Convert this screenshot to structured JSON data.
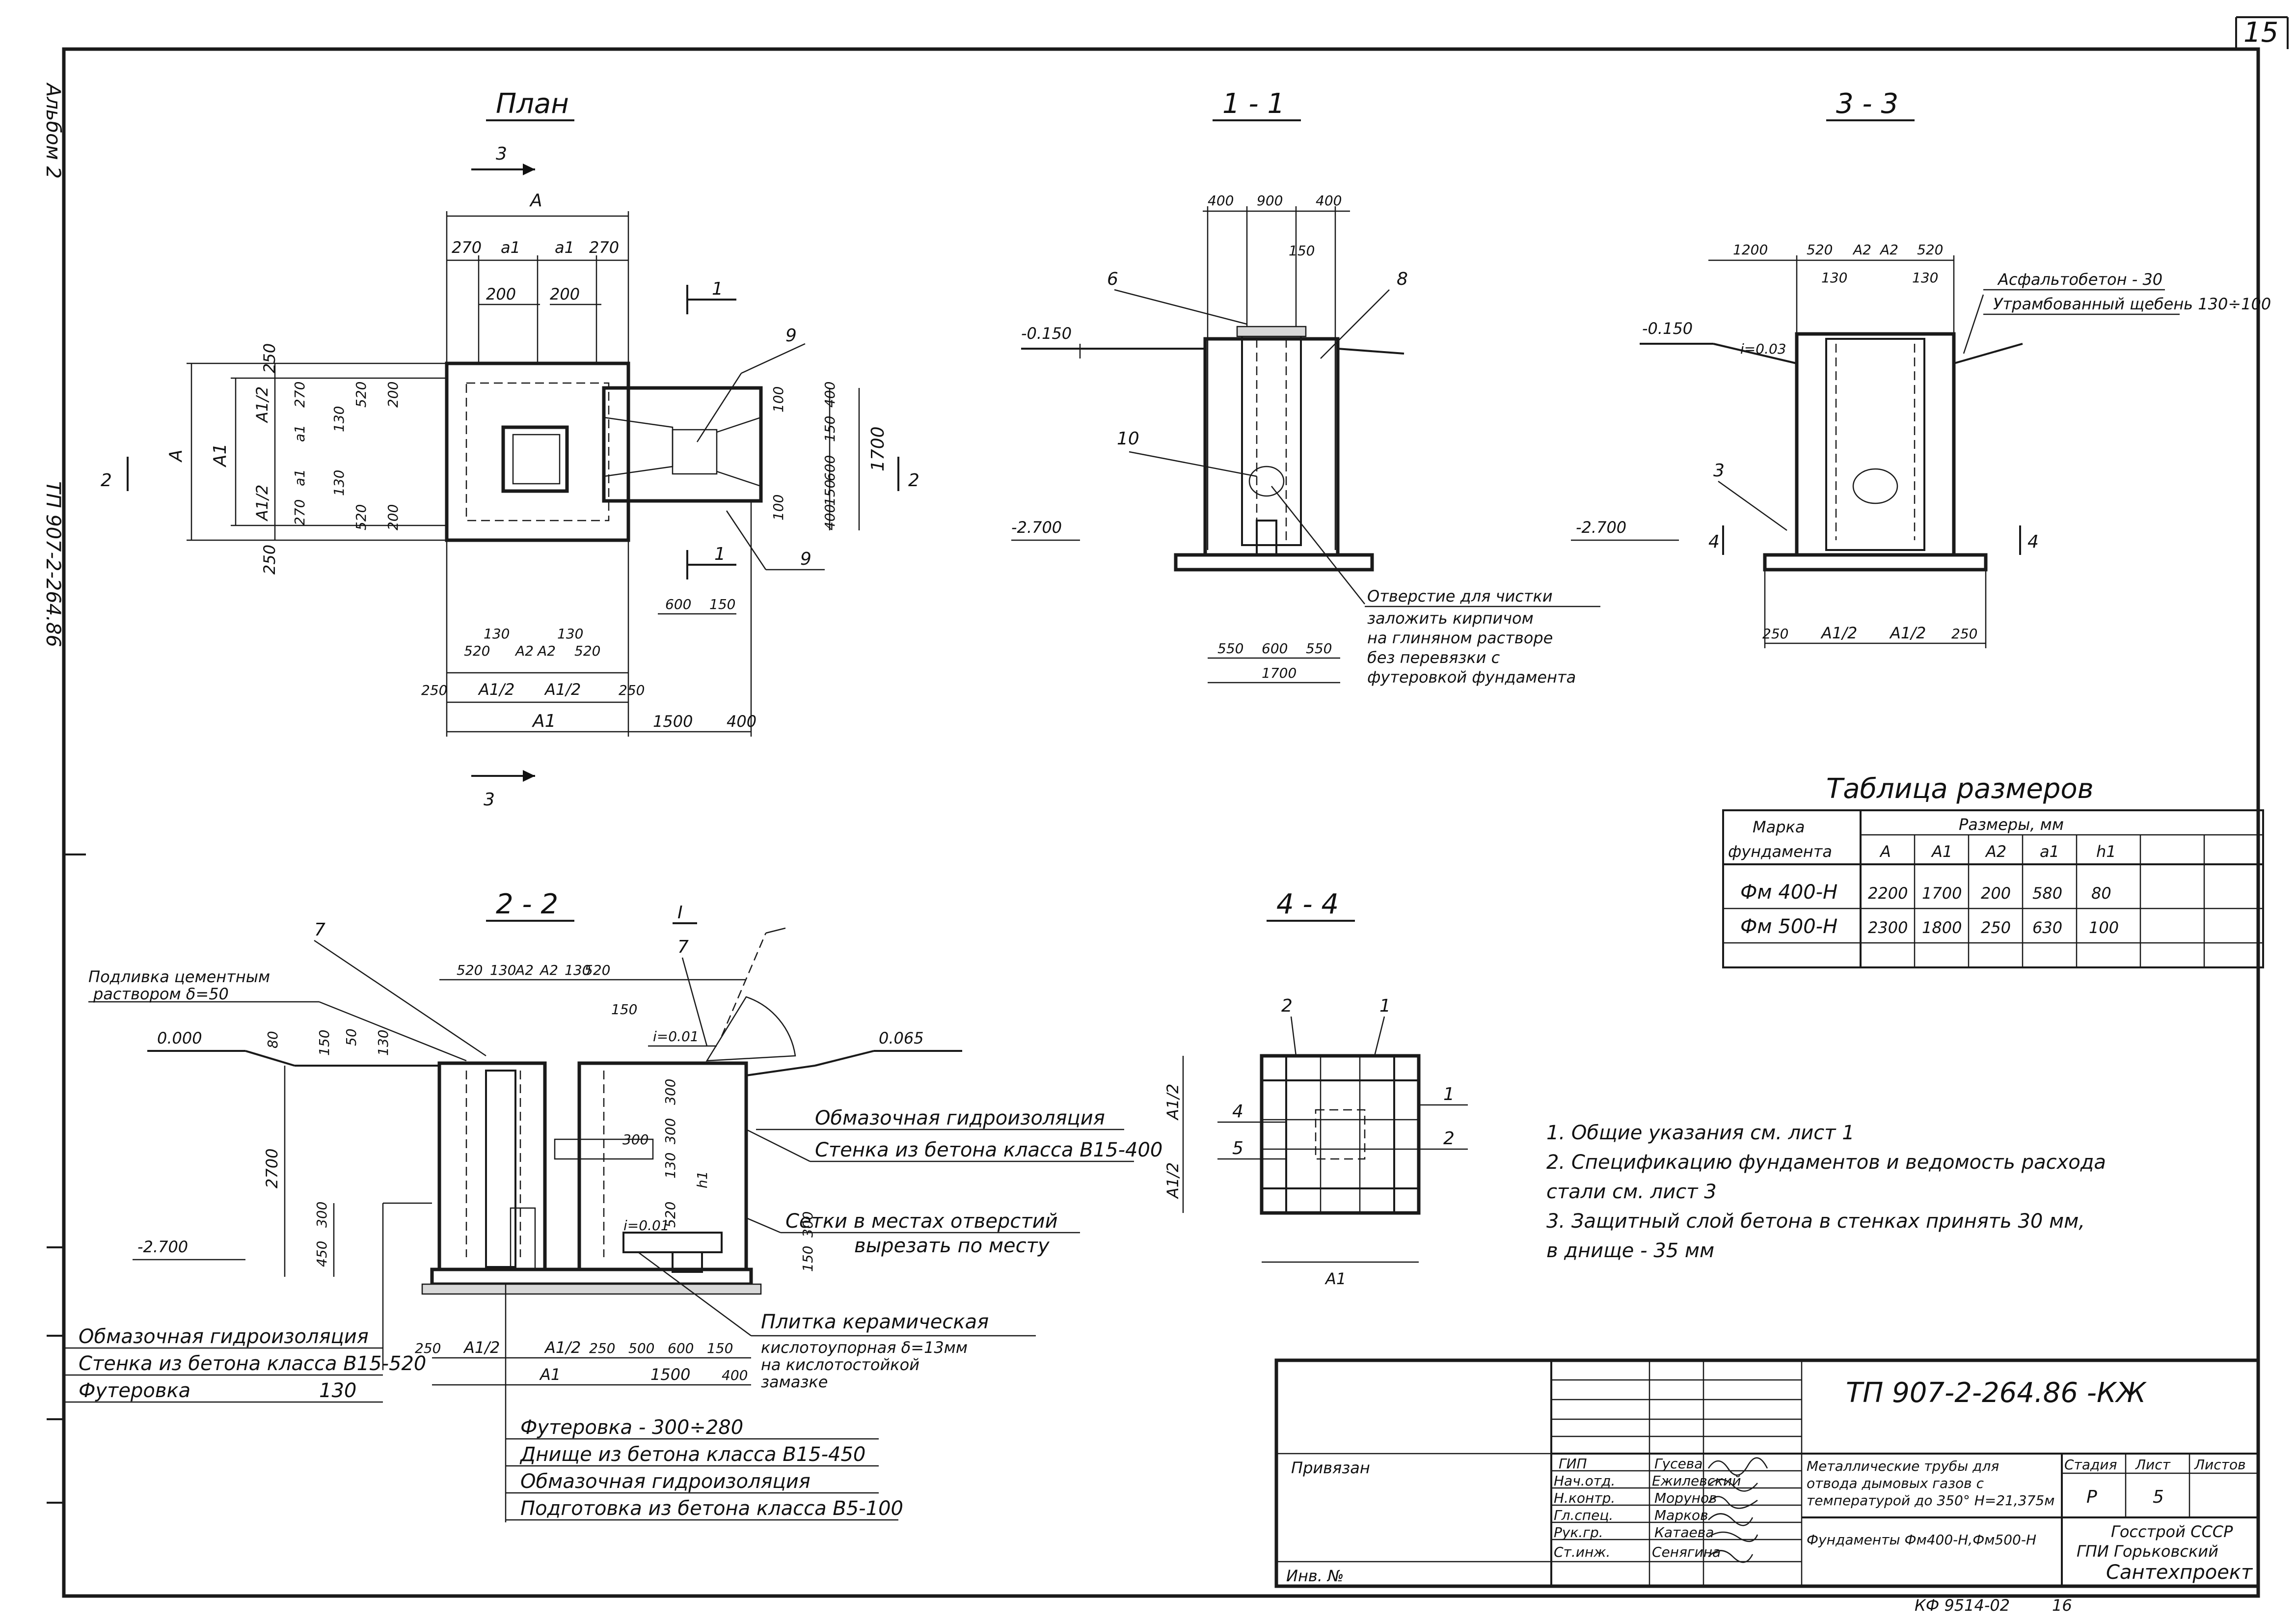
{
  "sheet": {
    "number": "15",
    "left_margin_code": "ТП 907-2-264.86",
    "left_margin_tail": "Альбом 2"
  },
  "views": {
    "plan": {
      "title": "План",
      "section_marks": [
        "3",
        "3",
        "1",
        "1",
        "2",
        "2"
      ],
      "dims_top": [
        "А",
        "270",
        "a1",
        "a1",
        "270",
        "200",
        "200"
      ],
      "dims_left": [
        "А",
        "А1",
        "250",
        "А1/2",
        "270",
        "a1",
        "130",
        "520",
        "200",
        "130",
        "520",
        "200",
        "a1",
        "270",
        "А1/2",
        "250"
      ],
      "dims_right": [
        "400",
        "150",
        "600",
        "150",
        "400",
        "1700",
        "100",
        "100",
        "600",
        "150"
      ],
      "dims_bottom": [
        "130",
        "520",
        "А2",
        "А2",
        "130",
        "520",
        "250",
        "А1/2",
        "А1/2",
        "250",
        "А1",
        "1500",
        "400"
      ],
      "callouts": [
        "9",
        "9"
      ]
    },
    "s11": {
      "title": "1 - 1",
      "dims_top": [
        "400",
        "900",
        "400",
        "150"
      ],
      "levels": [
        "-0.150",
        "-2.700"
      ],
      "callouts": [
        "6",
        "8",
        "10"
      ],
      "dims_bottom": [
        "550",
        "600",
        "550",
        "1700"
      ],
      "note_lines": [
        "Отверстие для чистки",
        "заложить кирпичом",
        "на глиняном растворе",
        "без перевязки с",
        "футеровкой фундамента"
      ]
    },
    "s33": {
      "title": "3 - 3",
      "dims_top": [
        "1200",
        "520",
        "А2",
        "А2",
        "520",
        "130",
        "130"
      ],
      "levels": [
        "-0.150",
        "-2.700"
      ],
      "slope": "i=0.03",
      "layers": [
        "Асфальтобетон - 30",
        "Утрамбованный щебень 130÷100"
      ],
      "callouts": [
        "3",
        "4",
        "4"
      ],
      "dims_bottom": [
        "250",
        "А1/2",
        "А1/2",
        "250"
      ]
    },
    "s22": {
      "title": "2 - 2",
      "callouts": [
        "7",
        "7",
        "I"
      ],
      "grout_lines": [
        "Подливка цементным",
        "раствором δ=50"
      ],
      "levels": [
        "0.000",
        "0.065",
        "-2.700"
      ],
      "slope": "i=0.01",
      "dims_top": [
        "520",
        "130",
        "А2",
        "А2",
        "130",
        "520",
        "150",
        "80",
        "150",
        "50",
        "130"
      ],
      "dims_side": [
        "2700",
        "450",
        "300",
        "300",
        "300",
        "130",
        "520",
        "300",
        "h1",
        "150",
        "300"
      ],
      "labels_right": [
        "Обмазочная гидроизоляция",
        "Стенка из бетона класса В15-400",
        "Сетки в местах отверстий",
        "вырезать по месту",
        "i=0.01"
      ],
      "labels_left": [
        "Обмазочная гидроизоляция",
        "Стенка из бетона класса В15-520",
        "Футеровка",
        "130"
      ],
      "tile_lines": [
        "Плитка керамическая",
        "кислотоупорная δ=13мм",
        "на кислотостойкой",
        "замазке"
      ],
      "dims_bottom": [
        "250",
        "А1/2",
        "А1/2",
        "250",
        "500",
        "600",
        "150",
        "А1",
        "1500",
        "400"
      ],
      "bottom_layers": [
        "Футеровка - 300÷280",
        "Днище из бетона класса В15-450",
        "Обмазочная гидроизоляция",
        "Подготовка из бетона класса В5-100"
      ]
    },
    "s44": {
      "title": "4 - 4",
      "callouts": [
        "2",
        "1",
        "4",
        "5",
        "1",
        "2"
      ],
      "dims": [
        "А1/2",
        "А1/2",
        "А1"
      ]
    }
  },
  "size_table": {
    "title": "Таблица размеров",
    "head_mark_1": "Марка",
    "head_mark_2": "фундамента",
    "head_sizes": "Размеры, мм",
    "columns": [
      "А",
      "А1",
      "А2",
      "a1",
      "h1"
    ],
    "rows": [
      {
        "mark": "Фм 400-Н",
        "values": [
          "2200",
          "1700",
          "200",
          "580",
          "80"
        ]
      },
      {
        "mark": "Фм 500-Н",
        "values": [
          "2300",
          "1800",
          "250",
          "630",
          "100"
        ]
      }
    ]
  },
  "notes": [
    "1. Общие указания см. лист 1",
    "2. Спецификацию фундаментов и ведомость расхода",
    "    стали см. лист 3",
    "3. Защитный слой бетона в стенках принять 30 мм,",
    "    в днище - 35 мм"
  ],
  "title_block": {
    "code": "ТП 907-2-264.86 -КЖ",
    "linked": "Привязан",
    "inv": "Инв. №",
    "roles": [
      "ГИП",
      "Нач.отд.",
      "Н.контр.",
      "Гл.спец.",
      "Рук.гр.",
      "Ст.инж."
    ],
    "names": [
      "Гусева",
      "Ежилевский",
      "Морунов",
      "Марков",
      "Катаева",
      "Сенягина"
    ],
    "project_lines": [
      "Металлические трубы для",
      "отвода дымовых газов с",
      "температурой до 350° Н=21,375м"
    ],
    "sheet_title": "Фундаменты Фм400-Н,Фм500-Н",
    "stage_head": "Стадия",
    "sheet_head": "Лист",
    "sheets_head": "Листов",
    "stage": "Р",
    "sheet": "5",
    "org_lines": [
      "Госстрой СССР",
      "ГПИ Горьковский",
      "Сантехпроект"
    ],
    "footer_code": "КФ 9514-02",
    "footer_num": "16"
  }
}
